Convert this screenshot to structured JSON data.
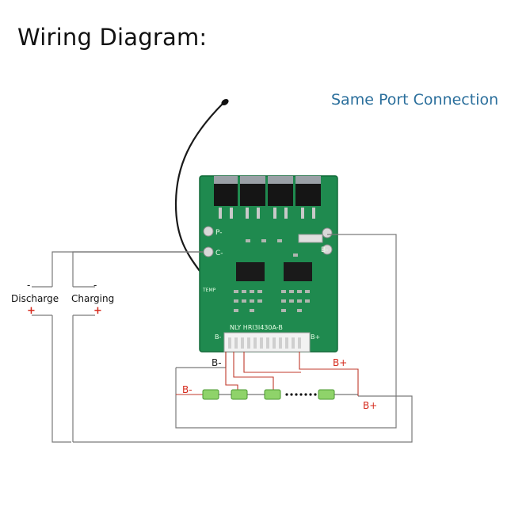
{
  "title": "Wiring Diagram:",
  "subtitle": "Same Port Connection",
  "ports": {
    "discharge": {
      "label": "Discharge",
      "neg": "-",
      "pos": "+"
    },
    "charging": {
      "label": "Charging",
      "neg": "-",
      "pos": "+"
    }
  },
  "board": {
    "silkscreen": "NLY HRI3I430A-B",
    "pad_p_minus": "P-",
    "pad_c_minus": "C-",
    "pad_b_minus": "B-",
    "pad_b_plus": "B+",
    "pad_b_minus_alt": "B-",
    "sensor_label": "TEMP"
  },
  "wire_labels": {
    "b_minus_top": "B-",
    "b_plus_top": "B+",
    "b_minus_left": "B-",
    "b_plus_right": "B+"
  },
  "colors": {
    "pcb": "#1f8a4f",
    "pcb_dark": "#166b3c",
    "wire": "#7a7a7a",
    "red_wire": "#c0392b",
    "red_text": "#d62b1e",
    "cell": "#8fd36a",
    "title": "#111111",
    "subtitle": "#2b6f9c"
  }
}
